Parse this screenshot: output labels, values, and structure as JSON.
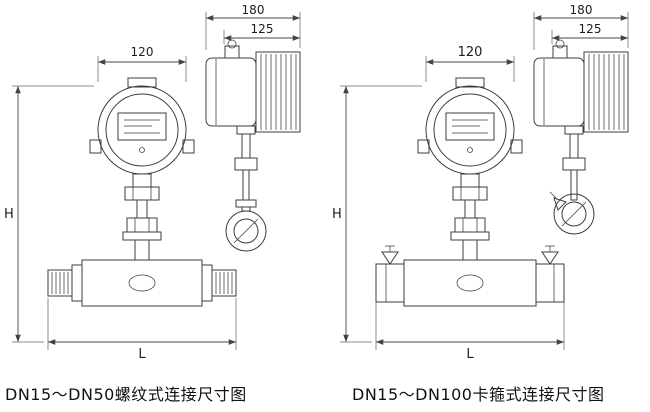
{
  "page": {
    "background": "#ffffff",
    "border_color": "#c9c9c9",
    "line_color": "#3c3c3c"
  },
  "diagrams": {
    "left": {
      "caption": "DN15～DN50螺纹式连接尺寸图",
      "connection_type": "threaded",
      "dimensions": {
        "head_width": "120",
        "housing_depth": "180",
        "housing_front_depth": "125",
        "overall_height": "H",
        "overall_length": "L"
      }
    },
    "right": {
      "caption": "DN15～DN100卡箍式连接尺寸图",
      "connection_type": "clamp",
      "dimensions": {
        "head_width": "120",
        "housing_depth": "180",
        "housing_front_depth": "125",
        "overall_height": "H",
        "overall_length": "L"
      }
    }
  }
}
